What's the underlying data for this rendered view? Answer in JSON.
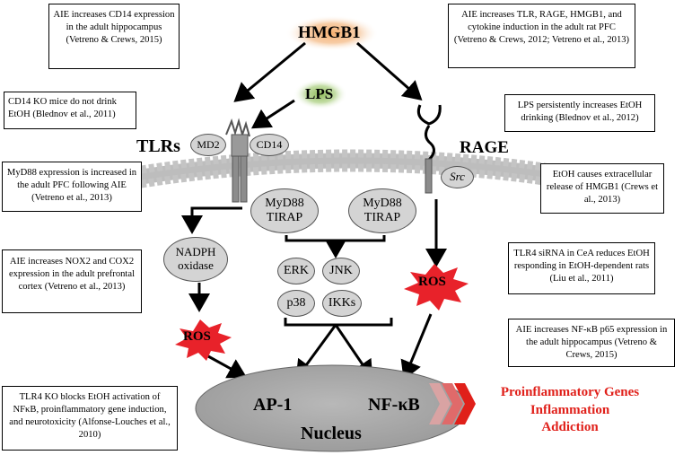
{
  "boxes": {
    "cd14_hippocampus": "AIE increases CD14 expression in the adult hippocampus (Vetreno & Crews, 2015)",
    "tlr_rage_pfc": "AIE increases TLR, RAGE, HMGB1, and cytokine induction in the adult rat PFC (Vetreno & Crews, 2012; Vetreno et al., 2013)",
    "cd14_ko": "CD14 KO mice do not drink EtOH (Blednov et al., 2011)",
    "lps_drinking": "LPS persistently increases EtOH drinking (Blednov et al., 2012)",
    "myd88_pfc": "MyD88 expression is increased in the adult PFC following AIE (Vetreno et al., 2013)",
    "hmgb1_release": "EtOH causes extracellular release of HMGB1 (Crews et al., 2013)",
    "tlr4_sirna": "TLR4 siRNA in CeA reduces EtOH responding in EtOH-dependent rats (Liu et al., 2011)",
    "nox2_cox2": "AIE increases NOX2 and COX2 expression in the adult prefrontal cortex (Vetreno et al., 2013)",
    "nfkb_p65": "AIE increases NF-κB p65 expression in the adult hippocampus (Vetreno & Crews, 2015)",
    "tlr4_ko": "TLR4 KO blocks EtOH activation of NFκB, proinflammatory gene induction, and neurotoxicity (Alfonse-Louches et al., 2010)"
  },
  "labels": {
    "hmgb1": "HMGB1",
    "lps": "LPS",
    "tlrs": "TLRs",
    "rage": "RAGE",
    "md2": "MD2",
    "cd14": "CD14",
    "src": "Src",
    "myd88_tirap_1": [
      "MyD88",
      "TIRAP"
    ],
    "myd88_tirap_2": [
      "MyD88",
      "TIRAP"
    ],
    "nadph": [
      "NADPH",
      "oxidase"
    ],
    "erk": "ERK",
    "jnk": "JNK",
    "p38": "p38",
    "ikks": "IKKs",
    "ros_left": "ROS",
    "ros_right": "ROS",
    "ap1": "AP-1",
    "nfkb": "NF-κB",
    "nucleus": "Nucleus"
  },
  "outputs": [
    "Proinflammatory Genes",
    "Inflammation",
    "Addiction"
  ],
  "colors": {
    "hmgb1_glow": "#f0a050",
    "lps_glow": "#9cc36a",
    "ros_burst": "#e8222a",
    "output_text": "#e0201a",
    "chevron": "#e0201a",
    "nucleus_fill": "#a9a9a9",
    "membrane_head": "#c8c8c8"
  }
}
